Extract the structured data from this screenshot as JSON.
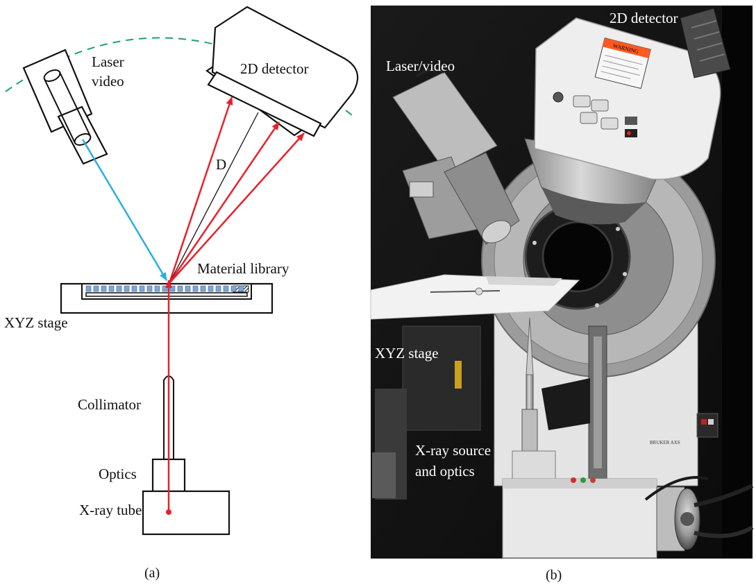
{
  "colors": {
    "laser_beam": "#29aee3",
    "xray_beam": "#e8202a",
    "reference_arc": "#1f9e73",
    "sample_cells": "#7fa7d6"
  },
  "panel_a": {
    "labels": {
      "laser": "Laser\nvideo",
      "detector": "2D detector",
      "distance": "D",
      "material_library": "Material library",
      "xyz_stage": "XYZ stage",
      "collimator": "Collimator",
      "optics": "Optics",
      "xray_tube": "X-ray tube"
    },
    "caption": "(a)"
  },
  "panel_b": {
    "labels": {
      "detector": "2D detector",
      "laser": "Laser/video",
      "xyz_stage": "XYZ stage",
      "xray_source": "X-ray source\nand optics"
    },
    "warning_sign": "WARNING",
    "brand": "BRUKER AXS",
    "caption": "(b)"
  }
}
